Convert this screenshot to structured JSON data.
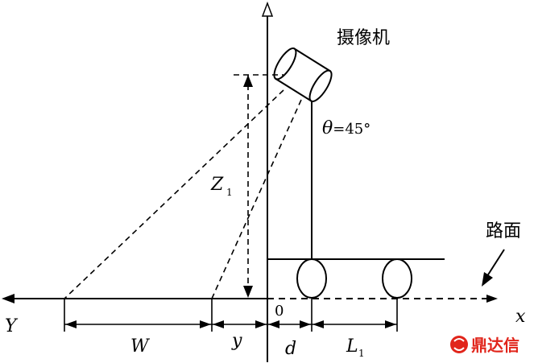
{
  "labels": {
    "camera": "摄像机",
    "angle_symbol": "θ",
    "angle_value": "=45°",
    "road": "路面",
    "z": "Z",
    "z_sub": "1",
    "Y_axis": "Y",
    "x_axis": "x",
    "origin": "0",
    "W": "W",
    "y": "y",
    "d": "d",
    "L": "L",
    "L_sub": "1"
  },
  "watermark": {
    "text": "鼎达信",
    "color": "#e1251b"
  }
}
